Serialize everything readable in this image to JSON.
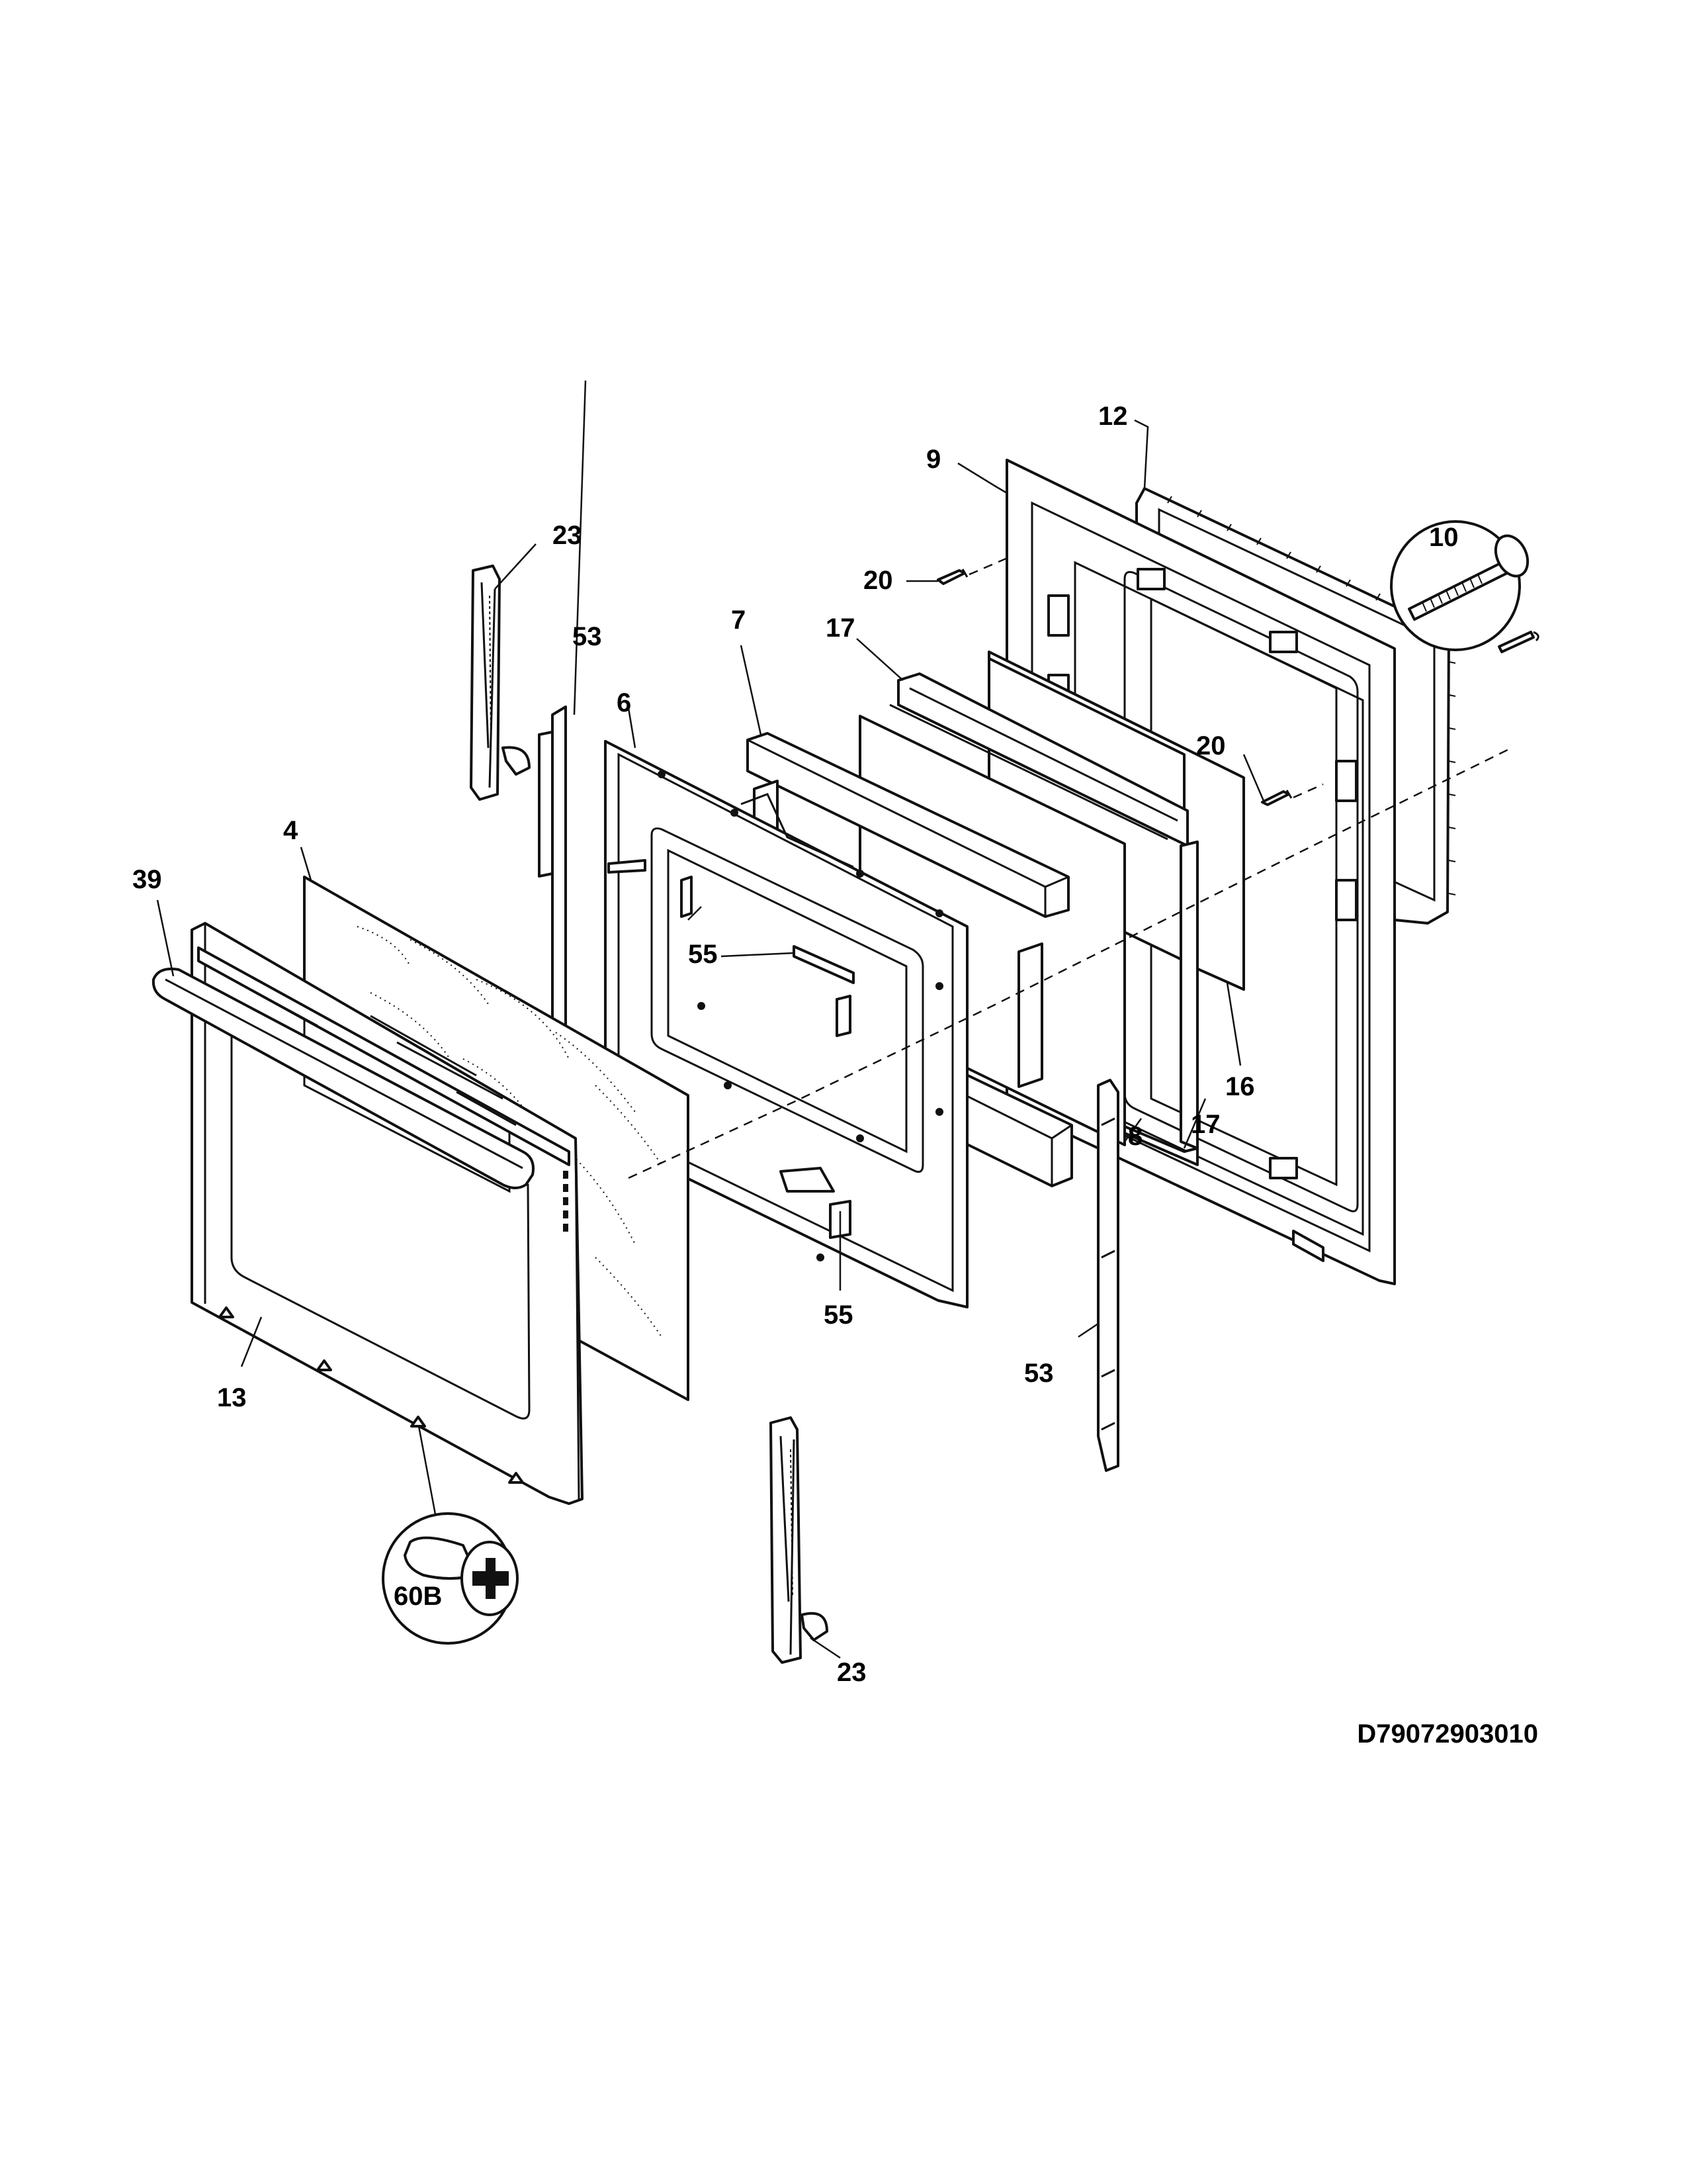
{
  "drawing_id": "D79072903010",
  "callouts": {
    "c12": "12",
    "c9": "9",
    "c10": "10",
    "c23_top": "23",
    "c20_top": "20",
    "c53_top": "53",
    "c7": "7",
    "c17_top": "17",
    "c6": "6",
    "c20_mid": "20",
    "c4": "4",
    "c39": "39",
    "c55_mid": "55",
    "c16": "16",
    "c8": "8",
    "c17_bot": "17",
    "c55_bot": "55",
    "c53_bot": "53",
    "c13": "13",
    "c60b": "60B",
    "c23_bot": "23"
  }
}
